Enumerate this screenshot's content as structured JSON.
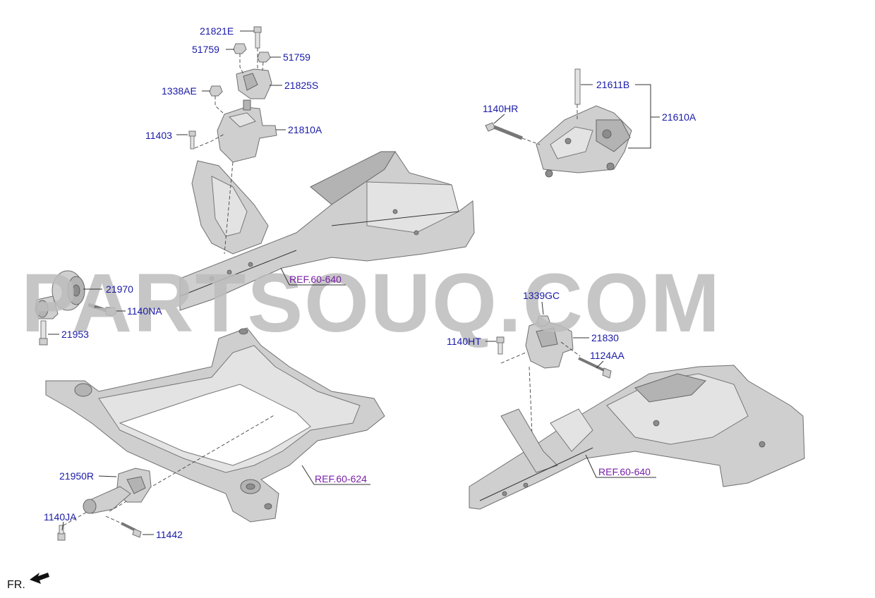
{
  "parts": {
    "p21821E": "21821E",
    "p51759a": "51759",
    "p51759b": "51759",
    "p21825S": "21825S",
    "p1338AE": "1338AE",
    "p11403": "11403",
    "p21810A": "21810A",
    "p21611B": "21611B",
    "p1140HR": "1140HR",
    "p21610A": "21610A",
    "p21970": "21970",
    "p1140NA": "1140NA",
    "p21953": "21953",
    "p1339GC": "1339GC",
    "p21830": "21830",
    "p1140HT": "1140HT",
    "p1124AA": "1124AA",
    "p21950R": "21950R",
    "p1140JA": "1140JA",
    "p11442": "11442"
  },
  "refs": {
    "ref_upper": "REF.60-640",
    "ref_subframe": "REF.60-624",
    "ref_lower_right": "REF.60-640"
  },
  "direction_label": "FR.",
  "watermark": "PARTSOUQ.COM",
  "icons": {
    "direction": "forward-arrow-icon"
  }
}
